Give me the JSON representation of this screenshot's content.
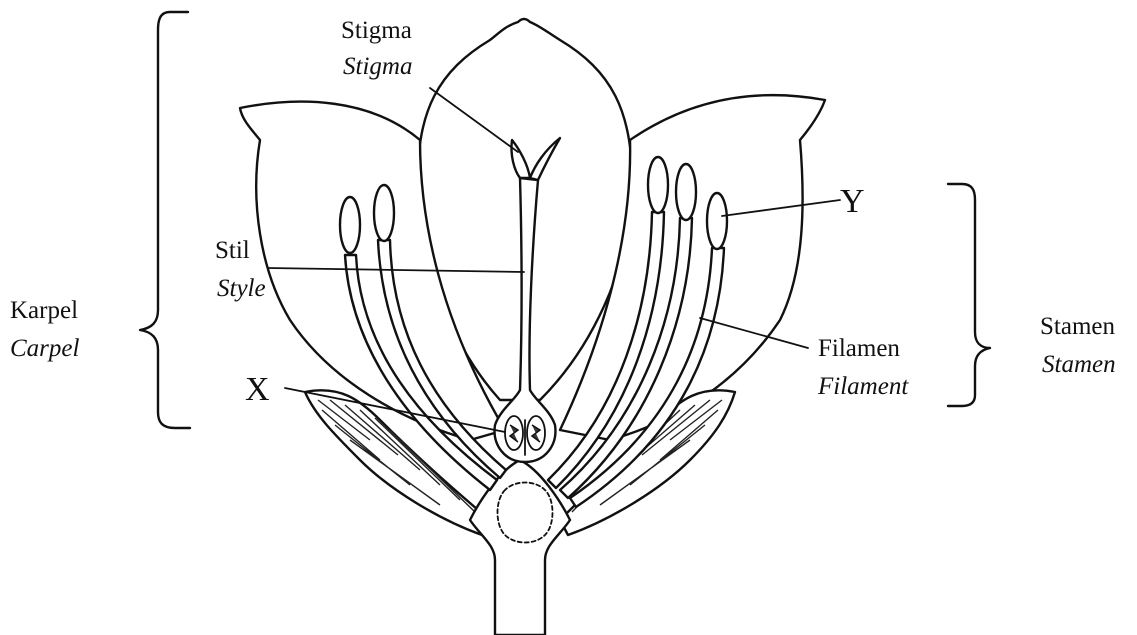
{
  "labels": {
    "stigma": {
      "malay": "Stigma",
      "english": "Stigma"
    },
    "style": {
      "malay": "Stil",
      "english": "Style"
    },
    "carpel": {
      "malay": "Karpel",
      "english": "Carpel"
    },
    "x": "X",
    "y": "Y",
    "filament": {
      "malay": "Filamen",
      "english": "Filament"
    },
    "stamen": {
      "malay": "Stamen",
      "english": "Stamen"
    }
  }
}
